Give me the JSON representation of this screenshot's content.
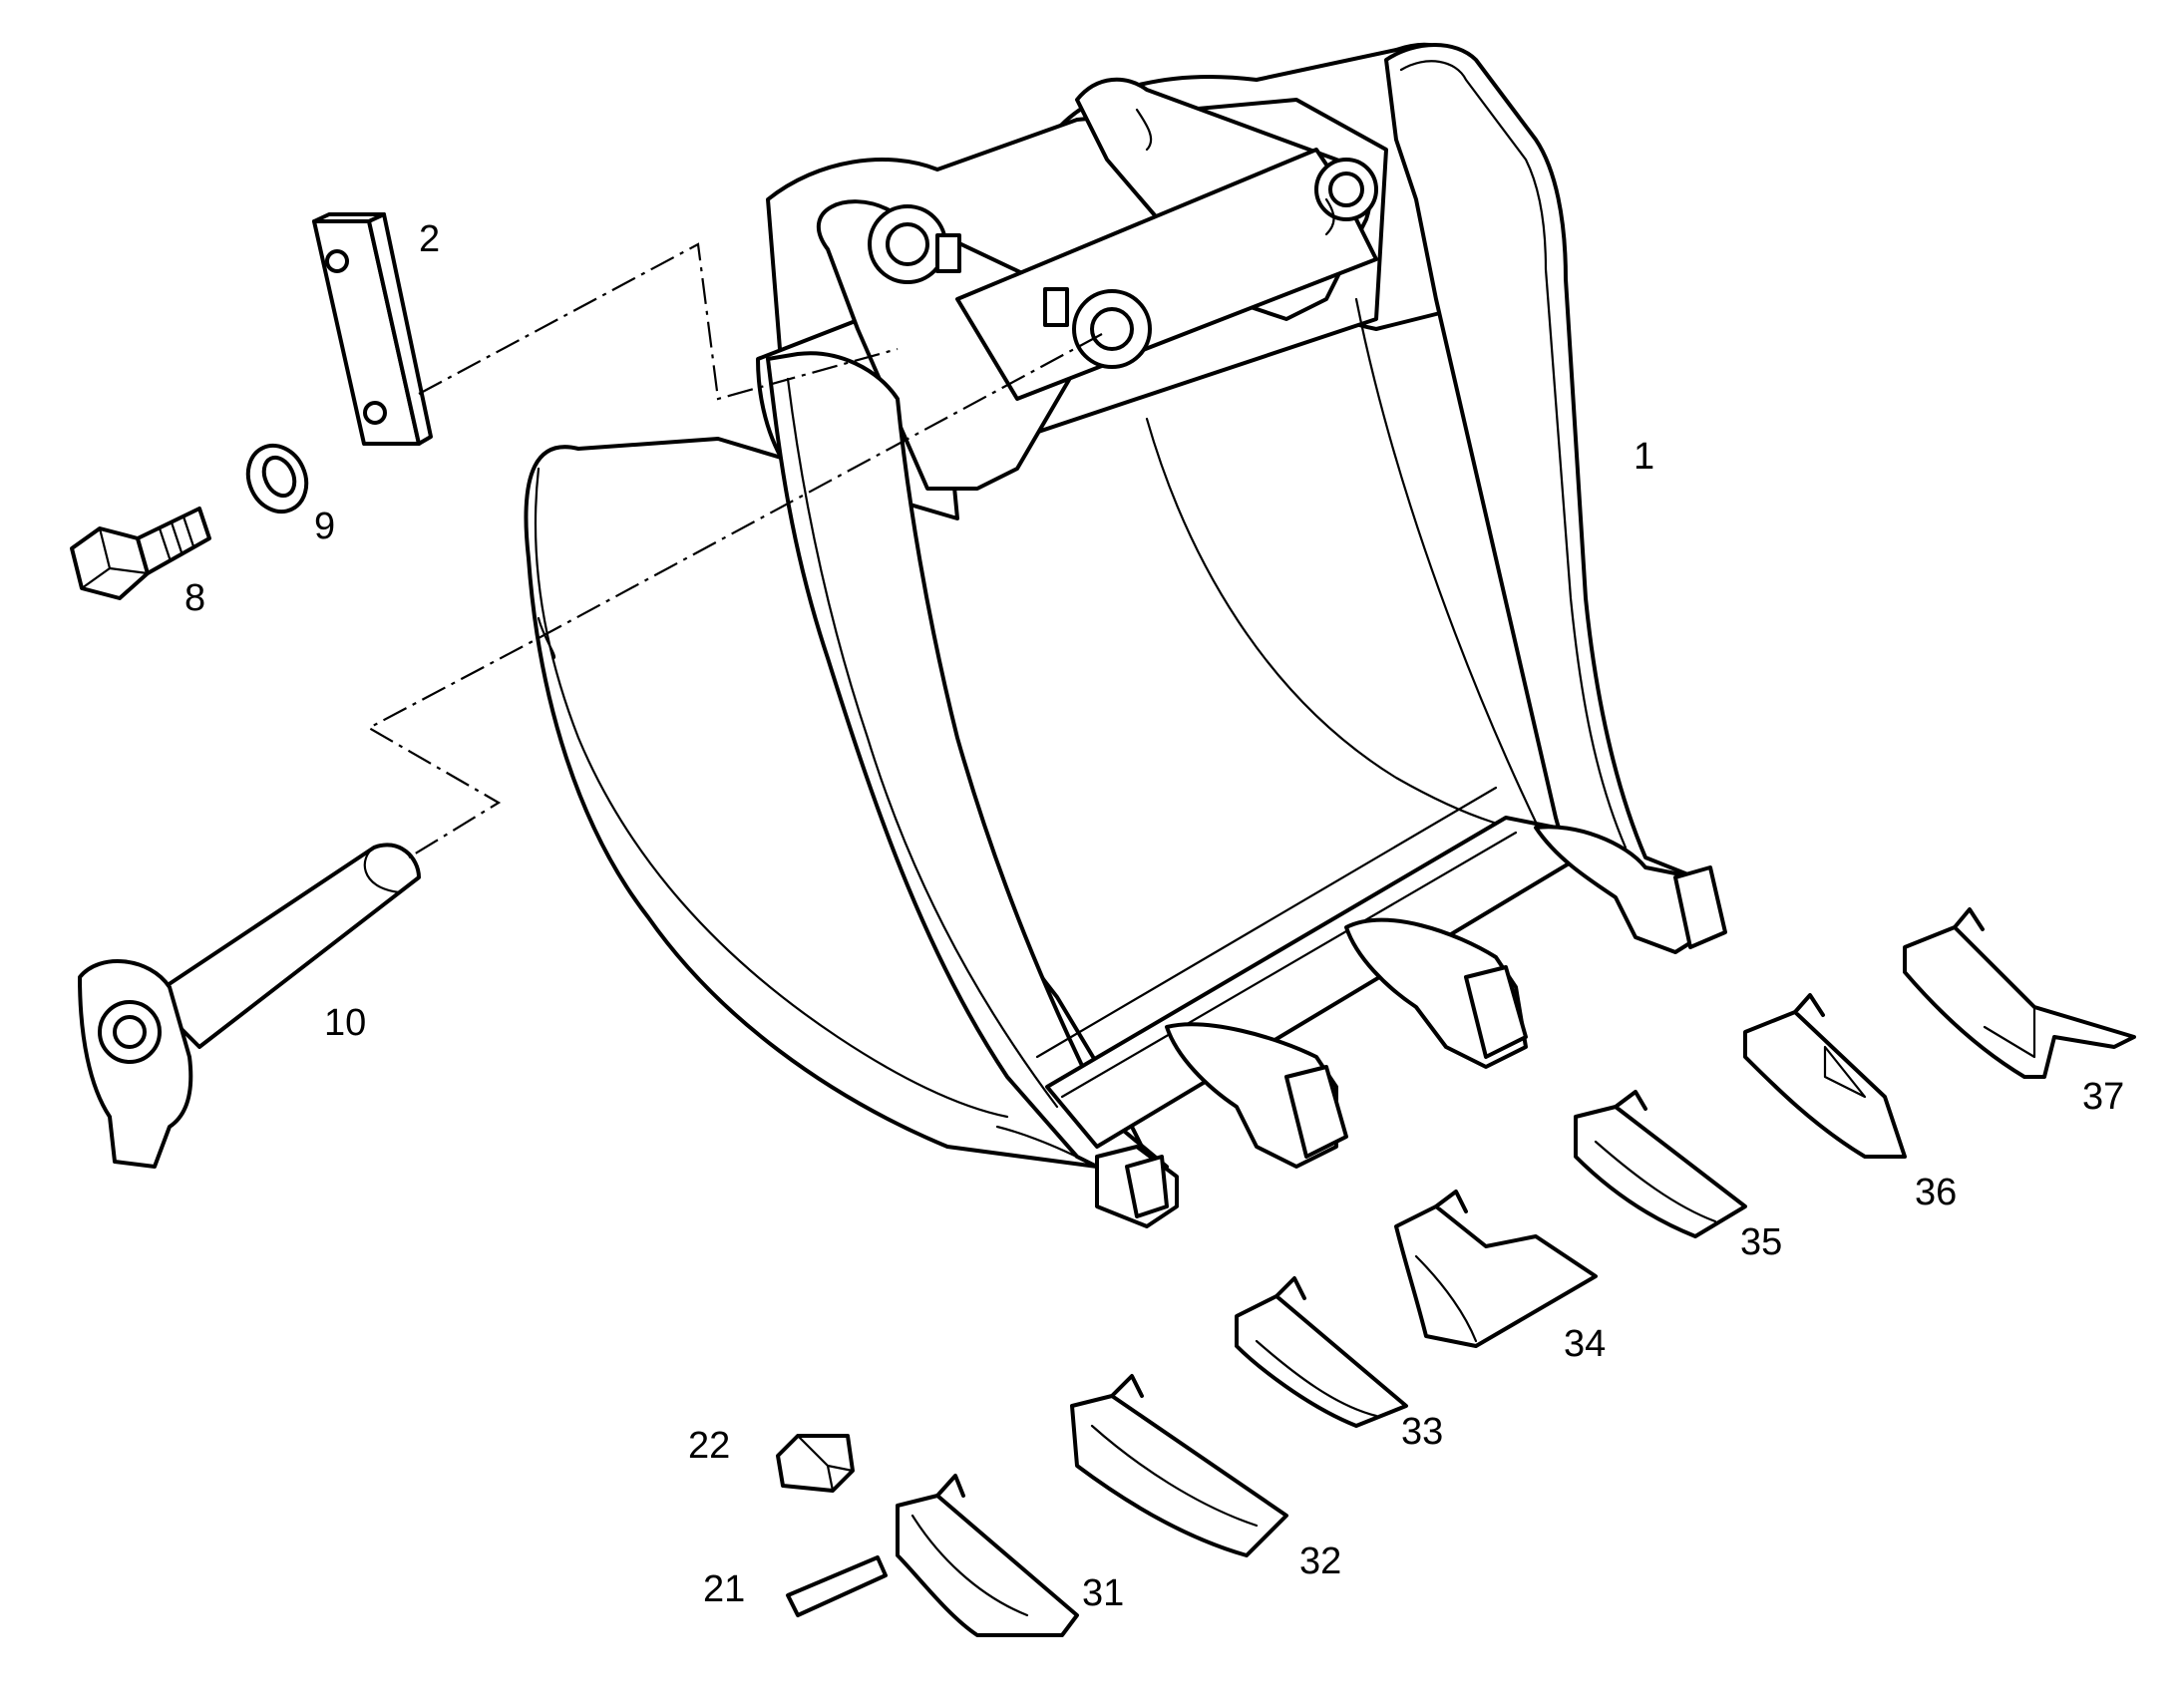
{
  "diagram": {
    "colors": {
      "line": "#000000",
      "background": "#ffffff"
    },
    "callouts": [
      {
        "id": "1",
        "label": "1"
      },
      {
        "id": "2",
        "label": "2"
      },
      {
        "id": "8",
        "label": "8"
      },
      {
        "id": "9",
        "label": "9"
      },
      {
        "id": "10",
        "label": "10"
      },
      {
        "id": "21",
        "label": "21"
      },
      {
        "id": "22",
        "label": "22"
      },
      {
        "id": "31",
        "label": "31"
      },
      {
        "id": "32",
        "label": "32"
      },
      {
        "id": "33",
        "label": "33"
      },
      {
        "id": "34",
        "label": "34"
      },
      {
        "id": "35",
        "label": "35"
      },
      {
        "id": "36",
        "label": "36"
      },
      {
        "id": "37",
        "label": "37"
      }
    ]
  }
}
